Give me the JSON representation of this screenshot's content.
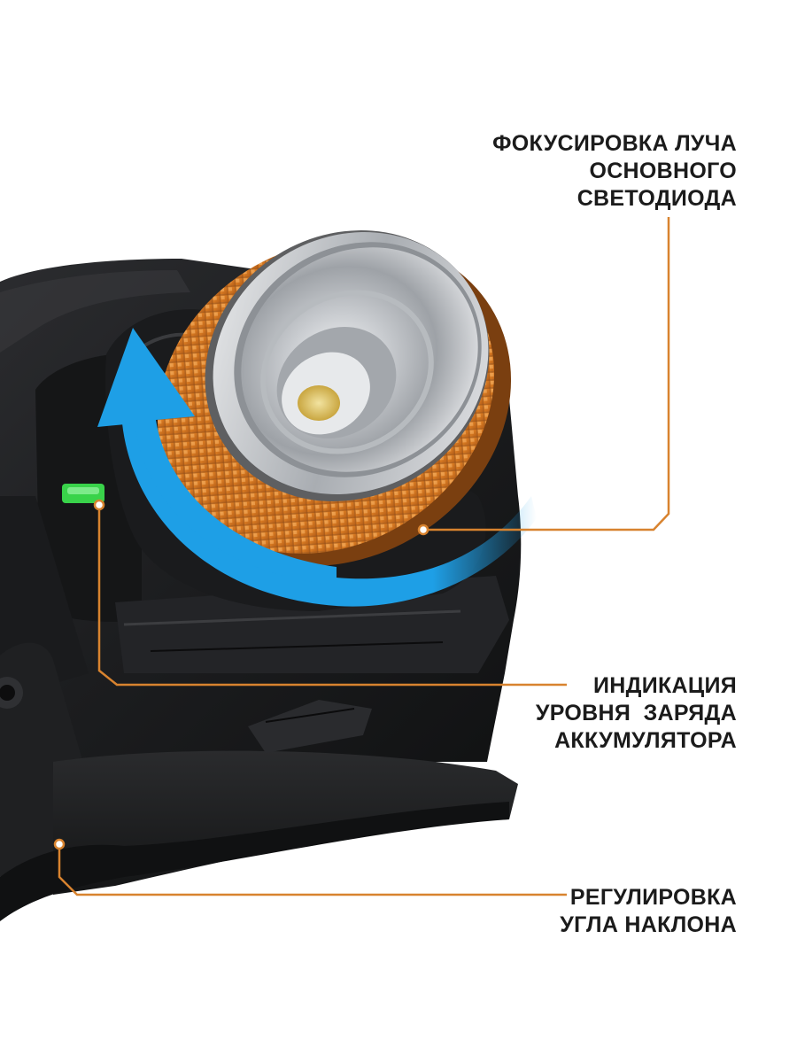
{
  "image": {
    "subject": "headlamp-product-photo",
    "colors": {
      "background": "#ffffff",
      "body": "#1e1f21",
      "accent_orange": "#e38a2f",
      "arrow_blue": "#1e9fe6",
      "indicator_green": "#39d34a",
      "leader_line": "#d8832f"
    }
  },
  "callouts": [
    {
      "id": "focus",
      "lines": [
        "ФОКУСИРОВКА ЛУЧА",
        "ОСНОВНОГО",
        "СВЕТОДИОДА"
      ]
    },
    {
      "id": "battery",
      "lines": [
        "ИНДИКАЦИЯ",
        "УРОВНЯ  ЗАРЯДА",
        "АККУМУЛЯТОРА"
      ]
    },
    {
      "id": "tilt",
      "lines": [
        "РЕГУЛИРОВКА",
        "УГЛА НАКЛОНА"
      ]
    }
  ]
}
